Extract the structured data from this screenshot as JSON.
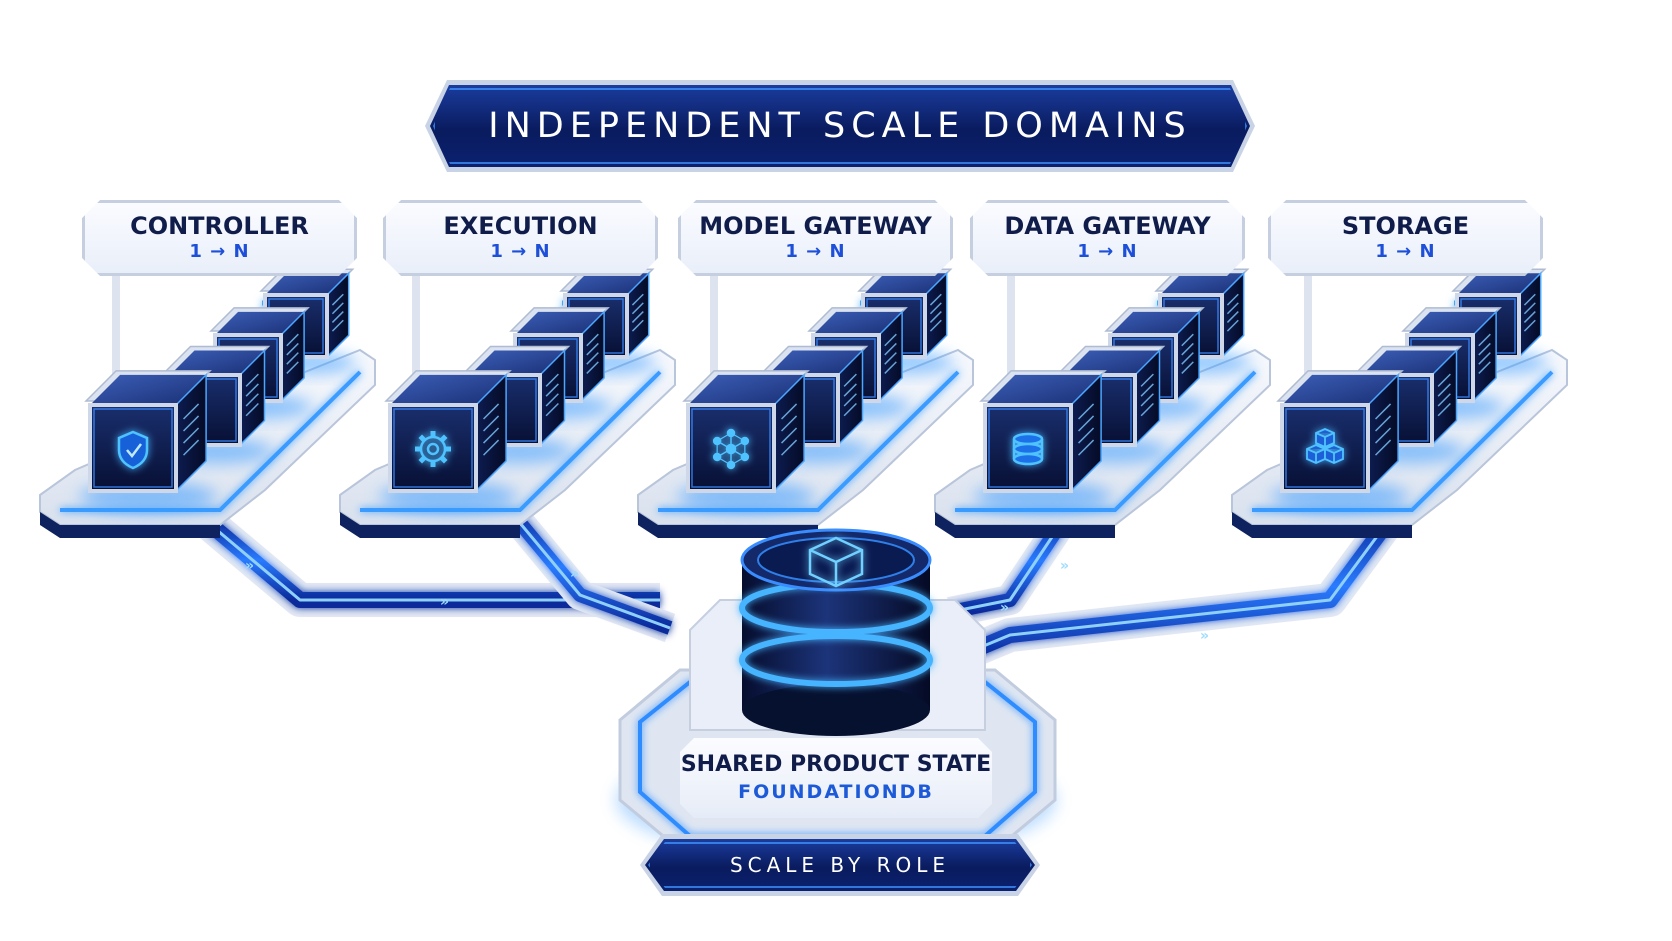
{
  "title": "INDEPENDENT SCALE DOMAINS",
  "footer": "SCALE BY ROLE",
  "shared_state": {
    "title": "SHARED PRODUCT STATE",
    "subtitle": "FOUNDATIONDB",
    "icon": "cube-icon"
  },
  "domains": [
    {
      "name": "CONTROLLER",
      "scale": "1 → N",
      "icon": "shield-check-icon"
    },
    {
      "name": "EXECUTION",
      "scale": "1 → N",
      "icon": "gear-icon"
    },
    {
      "name": "MODEL GATEWAY",
      "scale": "1 → N",
      "icon": "network-node-icon"
    },
    {
      "name": "DATA GATEWAY",
      "scale": "1 → N",
      "icon": "database-icon"
    },
    {
      "name": "STORAGE",
      "scale": "1 → N",
      "icon": "stacked-cubes-icon"
    }
  ],
  "colors": {
    "accent": "#1d4fd8",
    "glow": "#3a9bff",
    "dark_navy": "#0a1b5e",
    "panel": "#eef2fa"
  }
}
